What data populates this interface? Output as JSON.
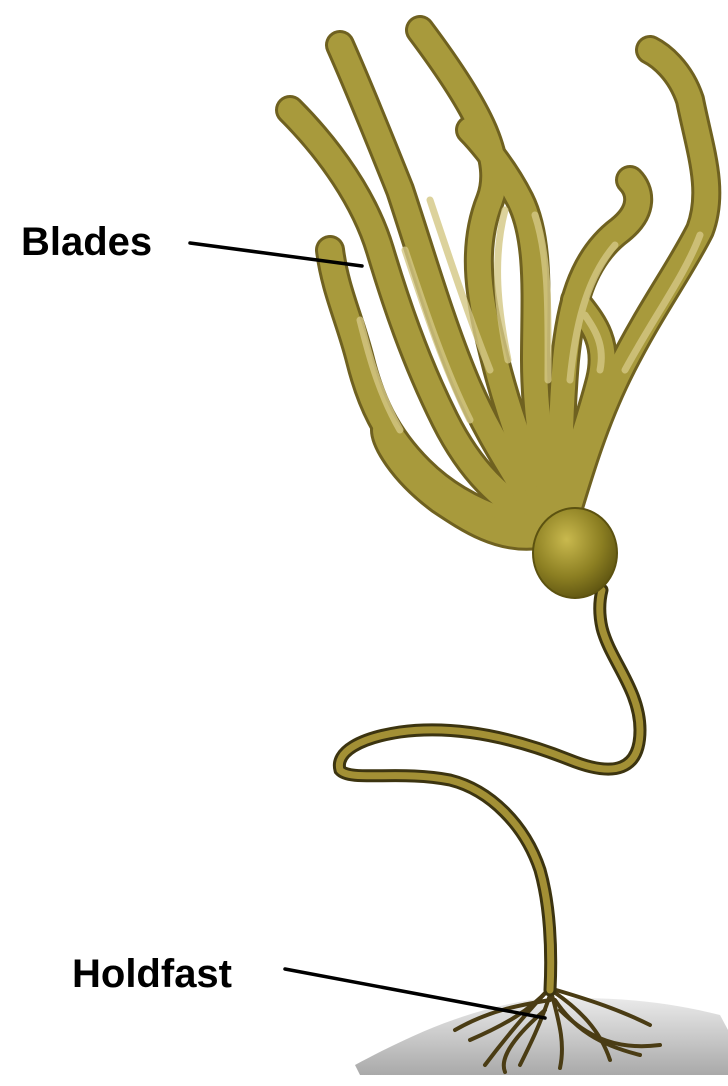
{
  "labels": {
    "blades": "Blades",
    "holdfast": "Holdfast"
  },
  "colors": {
    "blade_fill": "#a89a3c",
    "blade_light": "#d4c784",
    "blade_dark": "#6f6120",
    "float": "#8c7f22",
    "stipe": "#7a6a22",
    "stipe_dark": "#3c3410",
    "holdfast": "#5a4a1a",
    "rock": "#c8c8c8",
    "leader_line": "#000000"
  },
  "illustration": {
    "subject": "kelp-seaweed",
    "parts": [
      "blades",
      "float-bulb",
      "stipe",
      "holdfast",
      "rock"
    ]
  }
}
